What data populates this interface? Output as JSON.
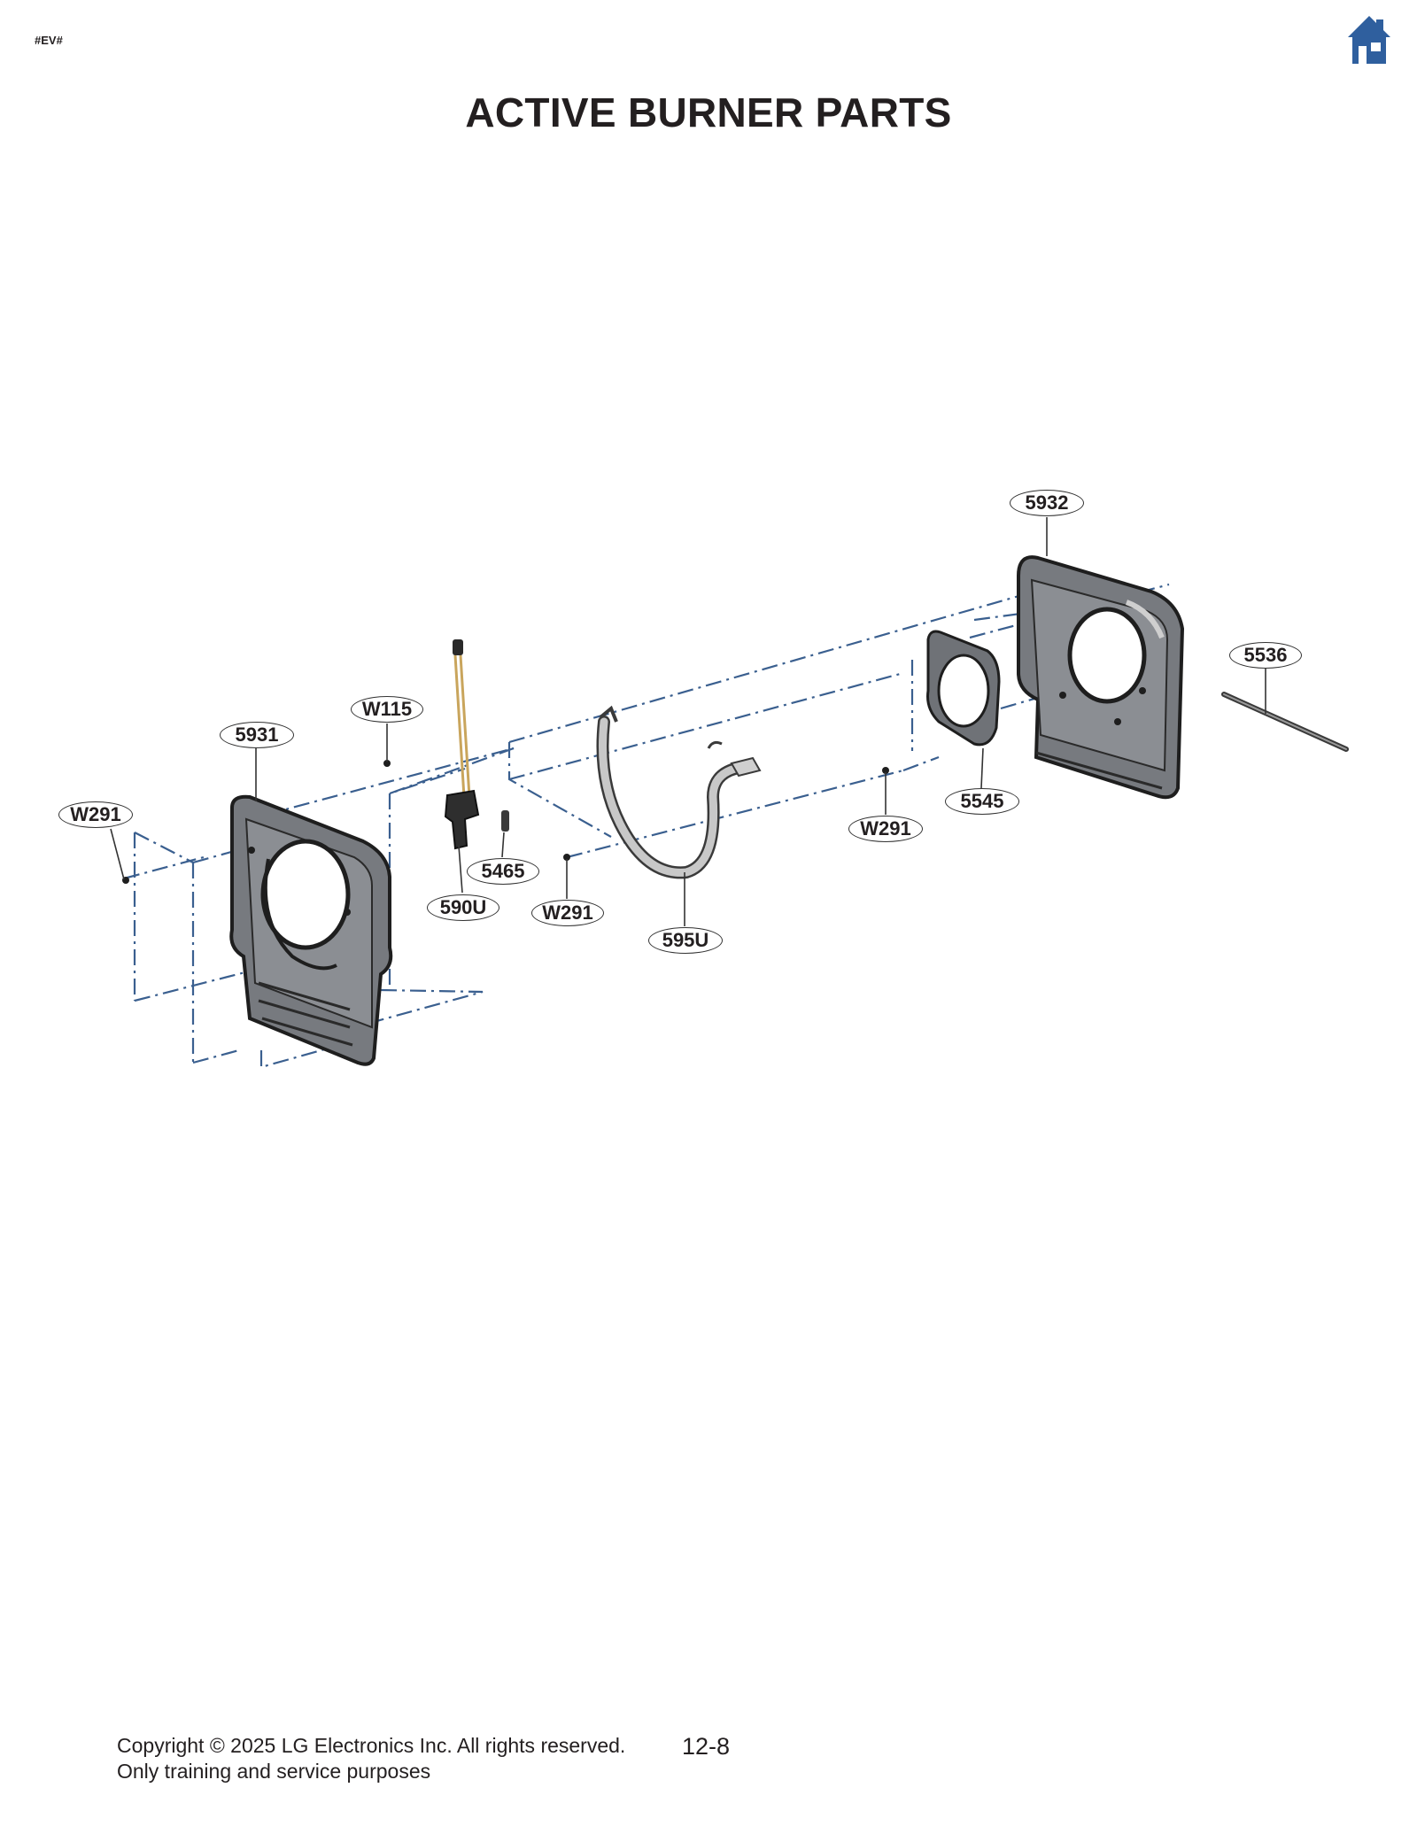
{
  "header": {
    "tag": "#EV#",
    "title": "ACTIVE BURNER PARTS",
    "home_icon": "home-icon",
    "accent": "#2f5f9e"
  },
  "callouts": {
    "c5932": "5932",
    "c5536": "5536",
    "c5545": "5545",
    "cW291_right": "W291",
    "c595U": "595U",
    "cW291_mid": "W291",
    "c590U": "590U",
    "c5465": "5465",
    "cW115": "W115",
    "c5931": "5931",
    "cW291_left": "W291"
  },
  "footer": {
    "copyright": "Copyright © 2025 LG Electronics Inc. All rights reserved.",
    "purpose": "Only training and service purposes",
    "page": "12-8"
  }
}
